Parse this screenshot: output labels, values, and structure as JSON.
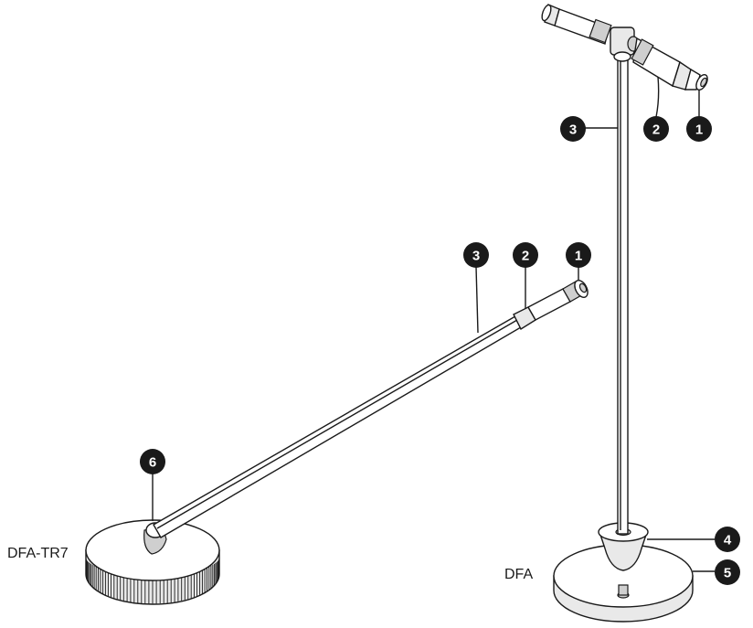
{
  "products": {
    "left": {
      "model_label": "DFA-TR7"
    },
    "right": {
      "model_label": "DFA"
    }
  },
  "callouts": {
    "right_1": "1",
    "right_2": "2",
    "right_3": "3",
    "right_4": "4",
    "right_5": "5",
    "left_1": "1",
    "left_2": "2",
    "left_3": "3",
    "left_6": "6"
  },
  "colors": {
    "ink": "#1a1a1a",
    "badge_fill": "#1a1a1a",
    "badge_text": "#ffffff",
    "background": "#ffffff"
  }
}
